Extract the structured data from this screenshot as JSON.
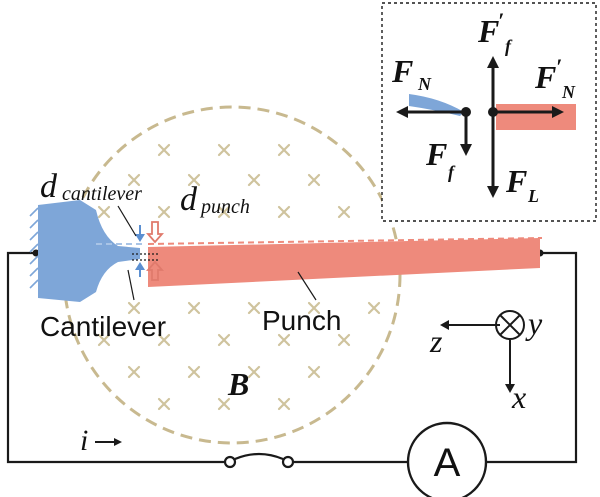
{
  "labels": {
    "d": "d",
    "cantilever_sub": "cantilever",
    "punch_sub": "punch",
    "cantilever": "Cantilever",
    "punch": "Punch",
    "field": "B",
    "current": "i",
    "ammeter": "A",
    "axis_z": "z",
    "axis_y": "y",
    "axis_x": "x"
  },
  "inset": {
    "F": "F",
    "prime": "′",
    "sub_f": "f",
    "sub_N": "N",
    "sub_L": "L"
  },
  "colors": {
    "cantilever": "#7ea6d8",
    "punch": "#ee8a7c",
    "field_region": "#c8b98f",
    "wire": "#1a1a1a",
    "arrow_blue": "#5b8fd1",
    "arrow_red": "#e07a6c"
  },
  "icons": {
    "field_marker": "cross-mark",
    "into_page": "circled-cross",
    "ammeter": "circled-letter"
  }
}
